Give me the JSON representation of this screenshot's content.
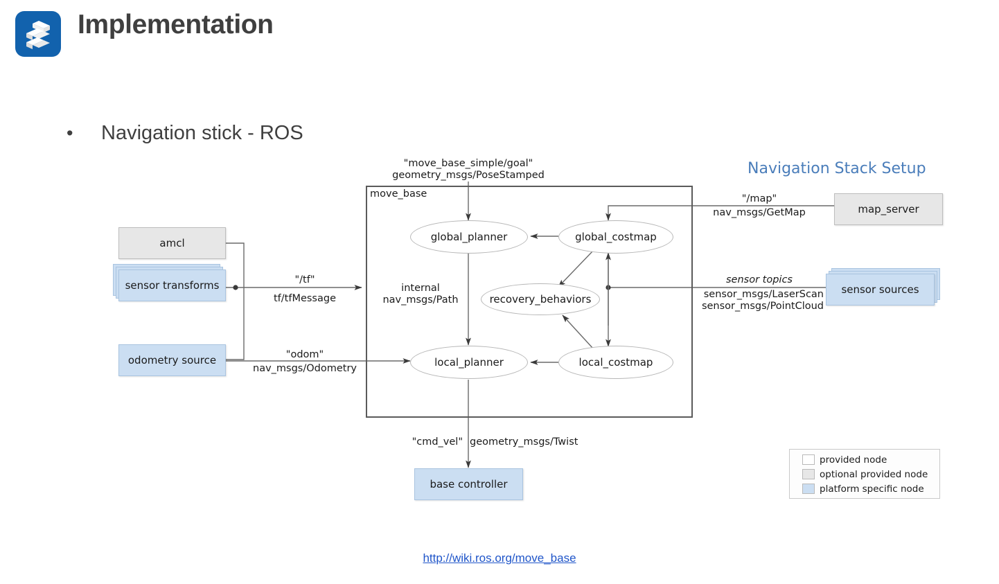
{
  "header": {
    "title": "Implementation",
    "logo_icon": "stacked-s-logo-icon",
    "logo_color": "#1262ad",
    "title_color": "#3f3f3f"
  },
  "bullet": {
    "marker": "•",
    "text": "Navigation stick - ROS"
  },
  "diagram": {
    "title": "Navigation Stack Setup",
    "title_color": "#4a7dba",
    "container_label": "move_base",
    "nodes": {
      "amcl": "amcl",
      "sensor_transforms": "sensor transforms",
      "odometry_source": "odometry source",
      "map_server": "map_server",
      "sensor_sources": "sensor sources",
      "base_controller": "base controller",
      "global_planner": "global_planner",
      "global_costmap": "global_costmap",
      "recovery_behaviors": "recovery_behaviors",
      "local_planner": "local_planner",
      "local_costmap": "local_costmap"
    },
    "edge_labels": {
      "goal_topic": "\"move_base_simple/goal\"",
      "goal_type": "geometry_msgs/PoseStamped",
      "map_topic": "\"/map\"",
      "map_type": "nav_msgs/GetMap",
      "tf_topic": "\"/tf\"",
      "tf_type": "tf/tfMessage",
      "internal": "internal",
      "internal_type": "nav_msgs/Path",
      "sensor_topics": "sensor topics",
      "sensor_type_1": "sensor_msgs/LaserScan",
      "sensor_type_2": "sensor_msgs/PointCloud",
      "odom_topic": "\"odom\"",
      "odom_type": "nav_msgs/Odometry",
      "cmd_vel_topic": "\"cmd_vel\"",
      "cmd_vel_type": "geometry_msgs/Twist"
    },
    "legend": [
      {
        "label": "provided node",
        "color": "#ffffff"
      },
      {
        "label": "optional provided node",
        "color": "#e7e7e7"
      },
      {
        "label": "platform specific node",
        "color": "#cbdef2"
      }
    ]
  },
  "footer": {
    "link_text": "http://wiki.ros.org/move_base",
    "link_color": "#1f55c9"
  }
}
